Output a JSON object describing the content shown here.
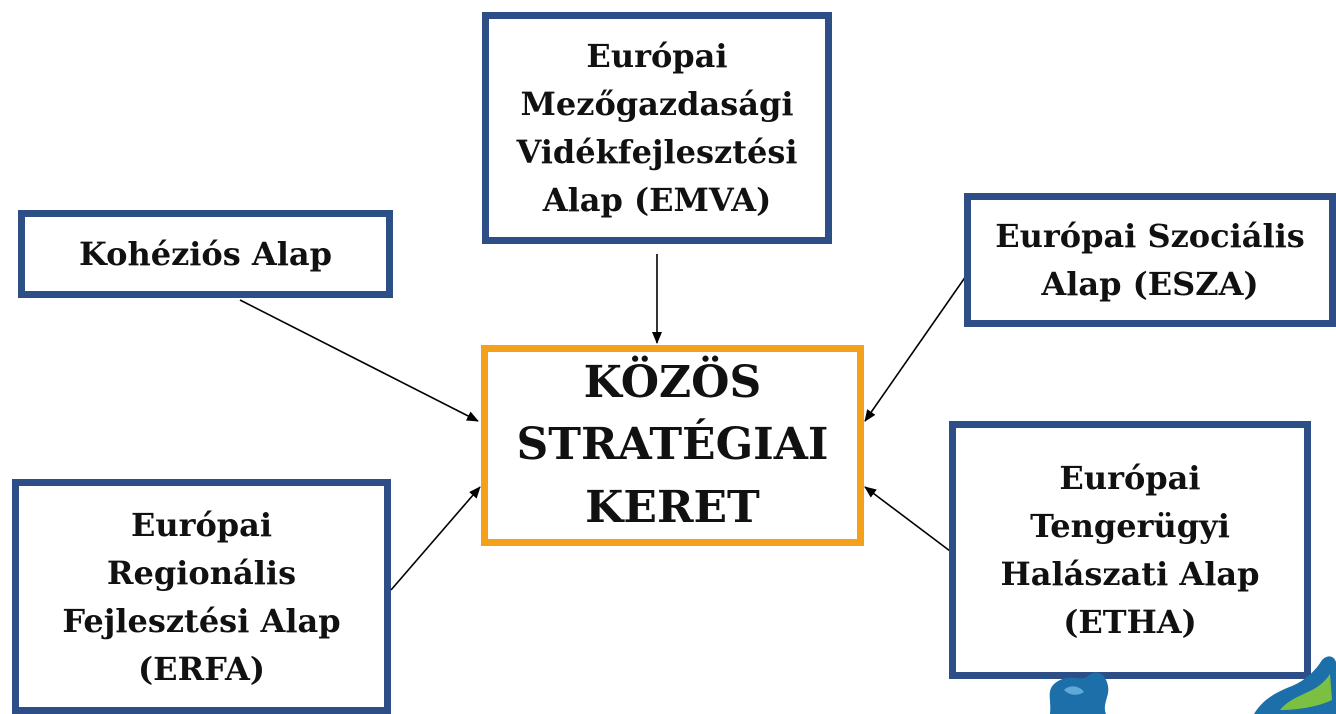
{
  "diagram": {
    "center": "KÖZÖS\nSTRATÉGIAI\nKERET",
    "funds": {
      "emva": "Európai\nMezőgazdasági\nVidékfejlesztési\nAlap (EMVA)",
      "kohezios": "Kohéziós Alap",
      "esza": "Európai Szociális\nAlap (ESZA)",
      "erfa": "Európai\nRegionális\nFejlesztési Alap\n(ERFA)",
      "etha": "Európai\nTengerügyi\nHalászati Alap\n(ETHA)"
    },
    "colors": {
      "fund_border": "#2d4e86",
      "center_border": "#f3a01b",
      "text": "#111111"
    }
  }
}
